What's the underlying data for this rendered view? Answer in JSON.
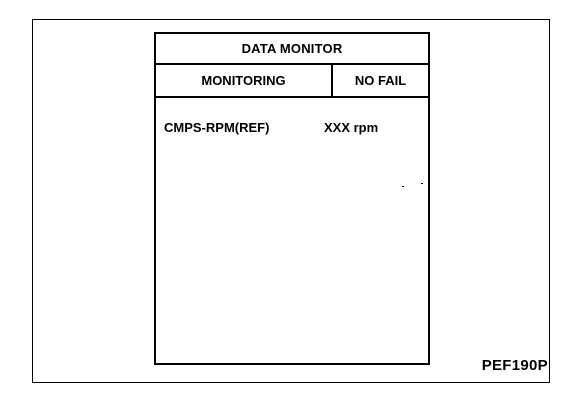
{
  "screen": {
    "title": "DATA MONITOR",
    "mode": "MONITORING",
    "result": "NO FAIL",
    "items": [
      {
        "name": "CMPS-RPM(REF)",
        "value": "XXX rpm"
      }
    ]
  },
  "figure": {
    "code": "PEF190P"
  }
}
